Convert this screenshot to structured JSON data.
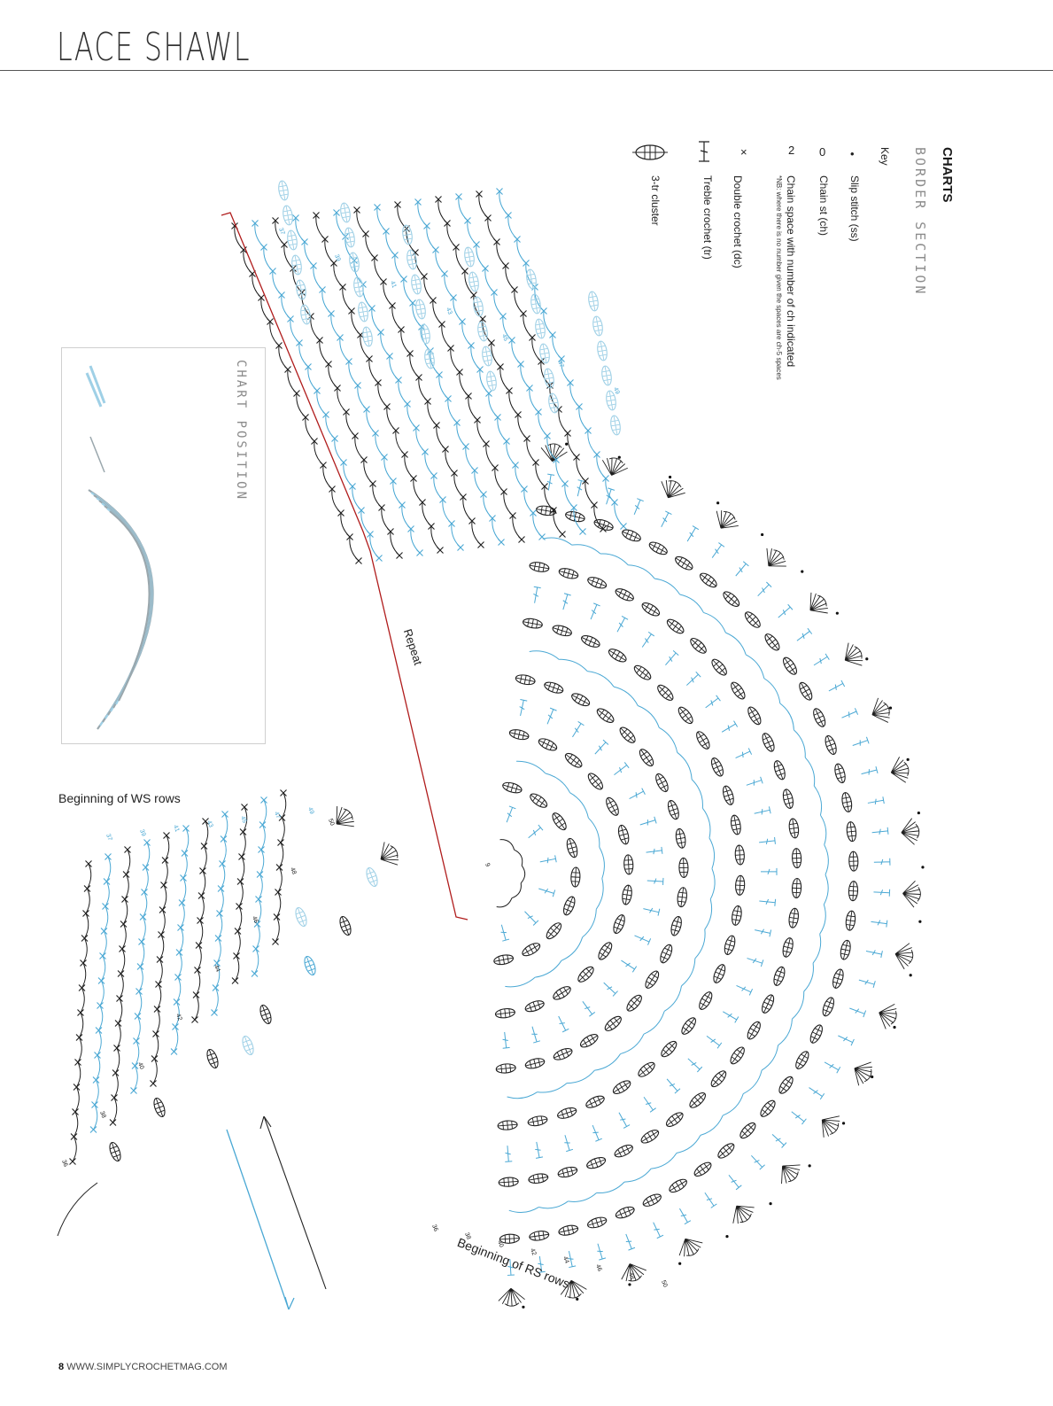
{
  "header": {
    "title": "LACE SHAWL"
  },
  "charts_label": "CHARTS",
  "section_label": "BORDER SECTION",
  "key": {
    "label": "Key",
    "items": [
      {
        "symbol": "•",
        "label": "Slip stitch (ss)"
      },
      {
        "symbol": "0",
        "label": "Chain st (ch)"
      },
      {
        "symbol": "2",
        "label": "Chain space with number of ch indicated",
        "note": "*NB: where there is no number given the spaces are ch-5 spaces"
      },
      {
        "symbol": "×",
        "label": "Double crochet (dc)"
      },
      {
        "symbol": "treble-crochet-icon",
        "label": "Treble crochet (tr)"
      },
      {
        "symbol": "cluster-icon",
        "label": "3-tr cluster"
      }
    ]
  },
  "chart_position": {
    "title": "CHART POSITION"
  },
  "repeat_label": "Repeat",
  "ws_label": "Beginning of  WS rows",
  "rs_label": "Beginning of RS rows",
  "row_numbers_main_top": [
    "37",
    "39",
    "41",
    "43",
    "45",
    "47",
    "49"
  ],
  "row_numbers_main_bottom": [
    "36",
    "38",
    "40",
    "42",
    "44",
    "46",
    "48",
    "50"
  ],
  "row_numbers_ws": [
    "36",
    "38",
    "40",
    "42",
    "44",
    "46",
    "48",
    "50"
  ],
  "row_numbers_ws_top": [
    "37",
    "39",
    "41",
    "43",
    "45",
    "47",
    "49"
  ],
  "center_space": "9",
  "colors": {
    "black": "#1e1e1e",
    "blue": "#4aa8d4",
    "light": "#9fd0e6",
    "repeat_line": "#b01c1c"
  },
  "footer": {
    "page_number": "8",
    "url": "WWW.SIMPLYCROCHETMAG.COM"
  }
}
